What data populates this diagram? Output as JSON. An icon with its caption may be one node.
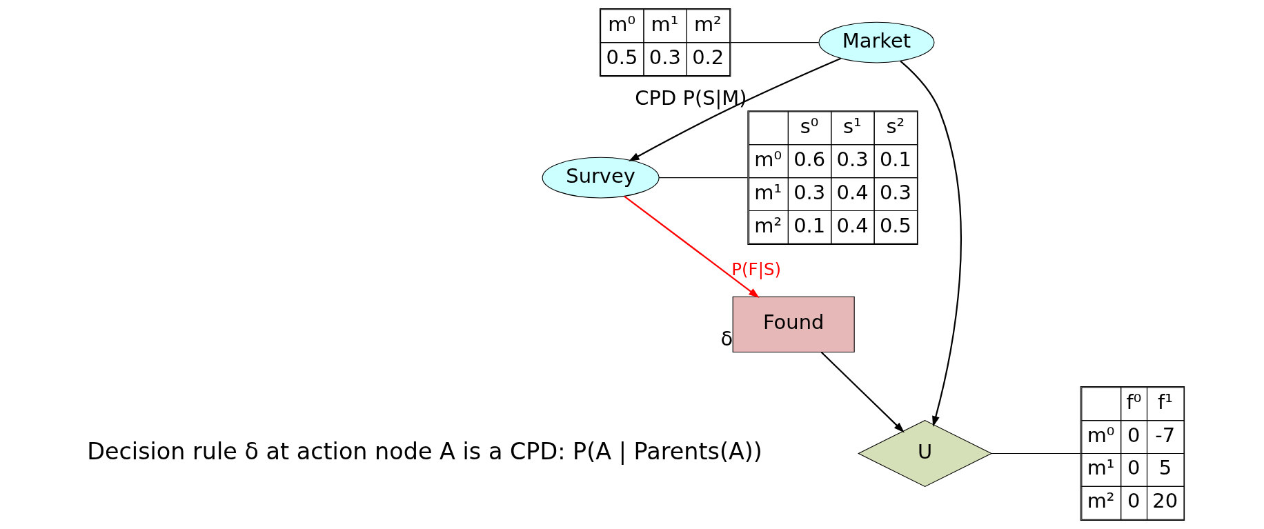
{
  "diagram": {
    "nodes": [
      {
        "text": [
          "Market"
        ]
      },
      {
        "text": [
          "Survey"
        ]
      },
      {
        "text": [
          "Found"
        ],
        "beside": [
          "δ"
        ]
      },
      {
        "text": [
          "U"
        ]
      },
      {
        "text": [
          "m⁰",
          "m¹",
          "m²",
          "0.5",
          "0.3",
          "0.2"
        ]
      },
      {
        "text": [
          "s⁰",
          "s¹",
          "s²",
          "m⁰",
          "0.6",
          "0.3",
          "0.1",
          "m¹",
          "0.3",
          "0.4",
          "0.3",
          "m²",
          "0.1",
          "0.4",
          "0.5"
        ],
        "beside": [
          "CPD P(S|M)"
        ]
      },
      {
        "text": [
          "f⁰",
          "f¹",
          "m⁰",
          "0",
          "-7",
          "m¹",
          "0",
          "5",
          "m²",
          "0",
          "20"
        ]
      }
    ],
    "edges": [
      {
        "from": 0,
        "to": 1,
        "arrow": "to"
      },
      {
        "from": 0,
        "to": 3,
        "arrow": "to"
      },
      {
        "from": 1,
        "to": 2,
        "arrow": "to",
        "label": "P(F|S)",
        "color": "#ff0000"
      },
      {
        "from": 2,
        "to": 3,
        "arrow": "to"
      },
      {
        "from": 4,
        "to": 0,
        "arrow": "none"
      },
      {
        "from": 1,
        "to": 5,
        "arrow": "none"
      },
      {
        "from": 3,
        "to": 6,
        "arrow": "none"
      }
    ],
    "labels": [
      "Decision rule δ at action node A is a CPD: P(A | Parents(A))"
    ]
  }
}
